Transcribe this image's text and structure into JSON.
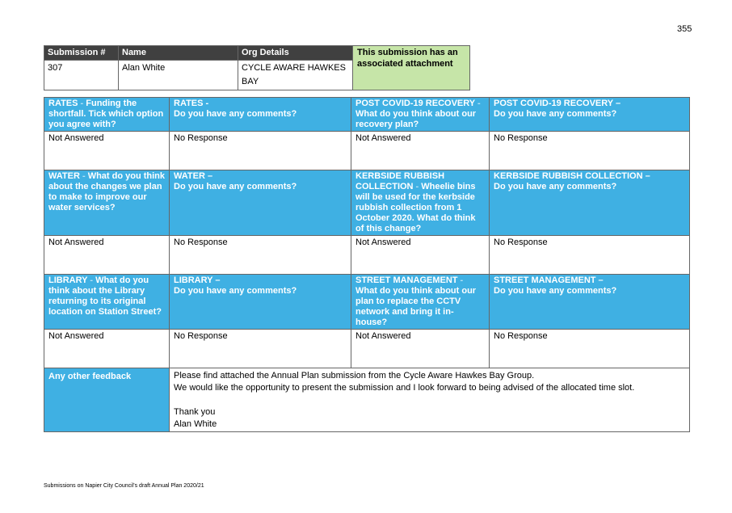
{
  "page_number": "355",
  "submission": {
    "headers": [
      "Submission #",
      "Name",
      "Org Details"
    ],
    "values": [
      "307",
      "Alan White",
      "CYCLE AWARE HAWKES BAY"
    ],
    "attachment_note": "This submission has an associated attachment"
  },
  "form": {
    "rows": [
      {
        "questions": [
          {
            "topic": "RATES",
            "sep": " - ",
            "text": "Funding the shortfall. Tick which option you agree with?"
          },
          {
            "topic": "RATES -",
            "sep": "",
            "text": "Do you have any comments?"
          },
          {
            "topic": "POST COVID-19 RECOVERY",
            "sep": " - ",
            "text": "What do you think about our recovery plan?"
          },
          {
            "topic": "POST COVID-19 RECOVERY –",
            "sep": "",
            "text": "Do you have any comments?"
          }
        ],
        "answers": [
          "Not Answered",
          "No Response",
          "Not Answered",
          "No Response"
        ]
      },
      {
        "questions": [
          {
            "topic": "WATER",
            "sep": " - ",
            "text": "What do you think about the changes we plan to make to improve our water services?"
          },
          {
            "topic": "WATER –",
            "sep": "",
            "text": "Do you have any comments?"
          },
          {
            "topic": "KERBSIDE RUBBISH COLLECTION",
            "sep": " - ",
            "text": "Wheelie bins will be used for the kerbside rubbish collection from 1 October 2020. What do think of this change?"
          },
          {
            "topic": "KERBSIDE RUBBISH COLLECTION –",
            "sep": "",
            "text": "Do you have any comments?"
          }
        ],
        "answers": [
          "Not Answered",
          "No Response",
          "Not Answered",
          "No Response"
        ]
      },
      {
        "questions": [
          {
            "topic": "LIBRARY",
            "sep": " - ",
            "text": "What do you think about the Library returning to its original location on Station Street?"
          },
          {
            "topic": "LIBRARY –",
            "sep": "",
            "text": "Do you have any comments?"
          },
          {
            "topic": "STREET MANAGEMENT",
            "sep": " - ",
            "text": "What do you think about our plan to replace the CCTV network and bring it in-house?"
          },
          {
            "topic": "STREET MANAGEMENT –",
            "sep": "",
            "text": "Do you have any comments?"
          }
        ],
        "answers": [
          "Not Answered",
          "No Response",
          "Not Answered",
          "No Response"
        ]
      }
    ],
    "feedback": {
      "label": "Any other feedback",
      "lines": [
        "Please find attached the Annual Plan submission from the Cycle Aware Hawkes Bay Group.",
        "We would like the opportunity to present the submission and I look forward to being advised of the allocated time slot.",
        "",
        "Thank you",
        "Alan White"
      ]
    }
  },
  "footer": "Submissions on Napier City Council's draft Annual Plan 2020/21"
}
